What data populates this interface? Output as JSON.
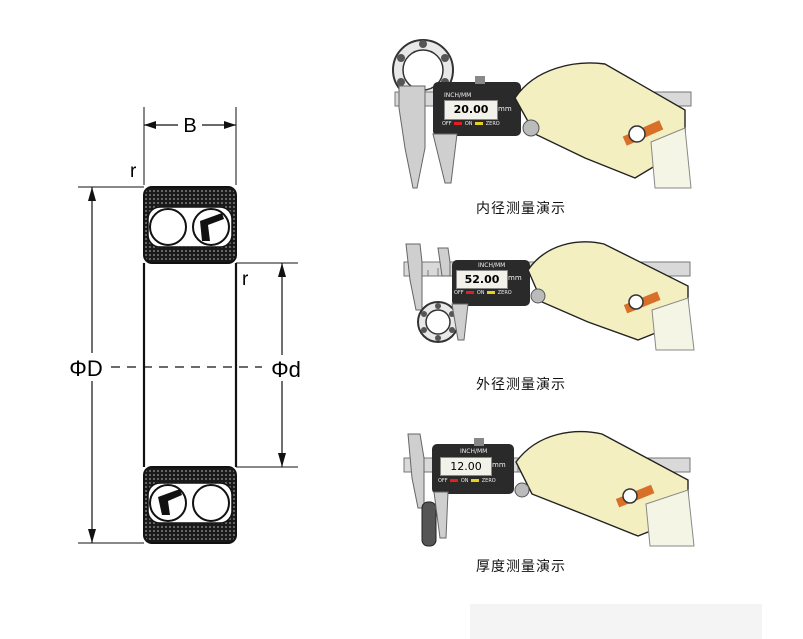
{
  "bearing": {
    "width_label": "B",
    "corner_label_top": "r",
    "corner_label_inner": "r",
    "outer_dia_label": "ΦD",
    "inner_dia_label": "Φd"
  },
  "panels": [
    {
      "caption": "内径测量演示",
      "reading": "20.00",
      "unit": "mm",
      "mode": "INCH/MM",
      "btn_off": "OFF",
      "btn_on": "ON",
      "btn_zero": "ZERO"
    },
    {
      "caption": "外径测量演示",
      "reading": "52.00",
      "unit": "mm",
      "mode": "INCH/MM",
      "btn_off": "OFF",
      "btn_on": "ON",
      "btn_zero": "ZERO"
    },
    {
      "caption": "厚度测量演示",
      "reading": "12.00",
      "unit": "mm",
      "mode": "INCH/MM",
      "btn_off": "OFF",
      "btn_on": "ON",
      "btn_zero": "ZERO"
    }
  ],
  "colors": {
    "ink": "#111111",
    "caliper_body": "#2a2a2a",
    "lcd": "#f2f2ea",
    "scale": "#d9d9d9",
    "glove": "#f3efc0",
    "strap": "#d9702a",
    "sleeve": "#f5f5e6",
    "btn_red": "#e02020",
    "btn_yellow": "#e8d020"
  }
}
